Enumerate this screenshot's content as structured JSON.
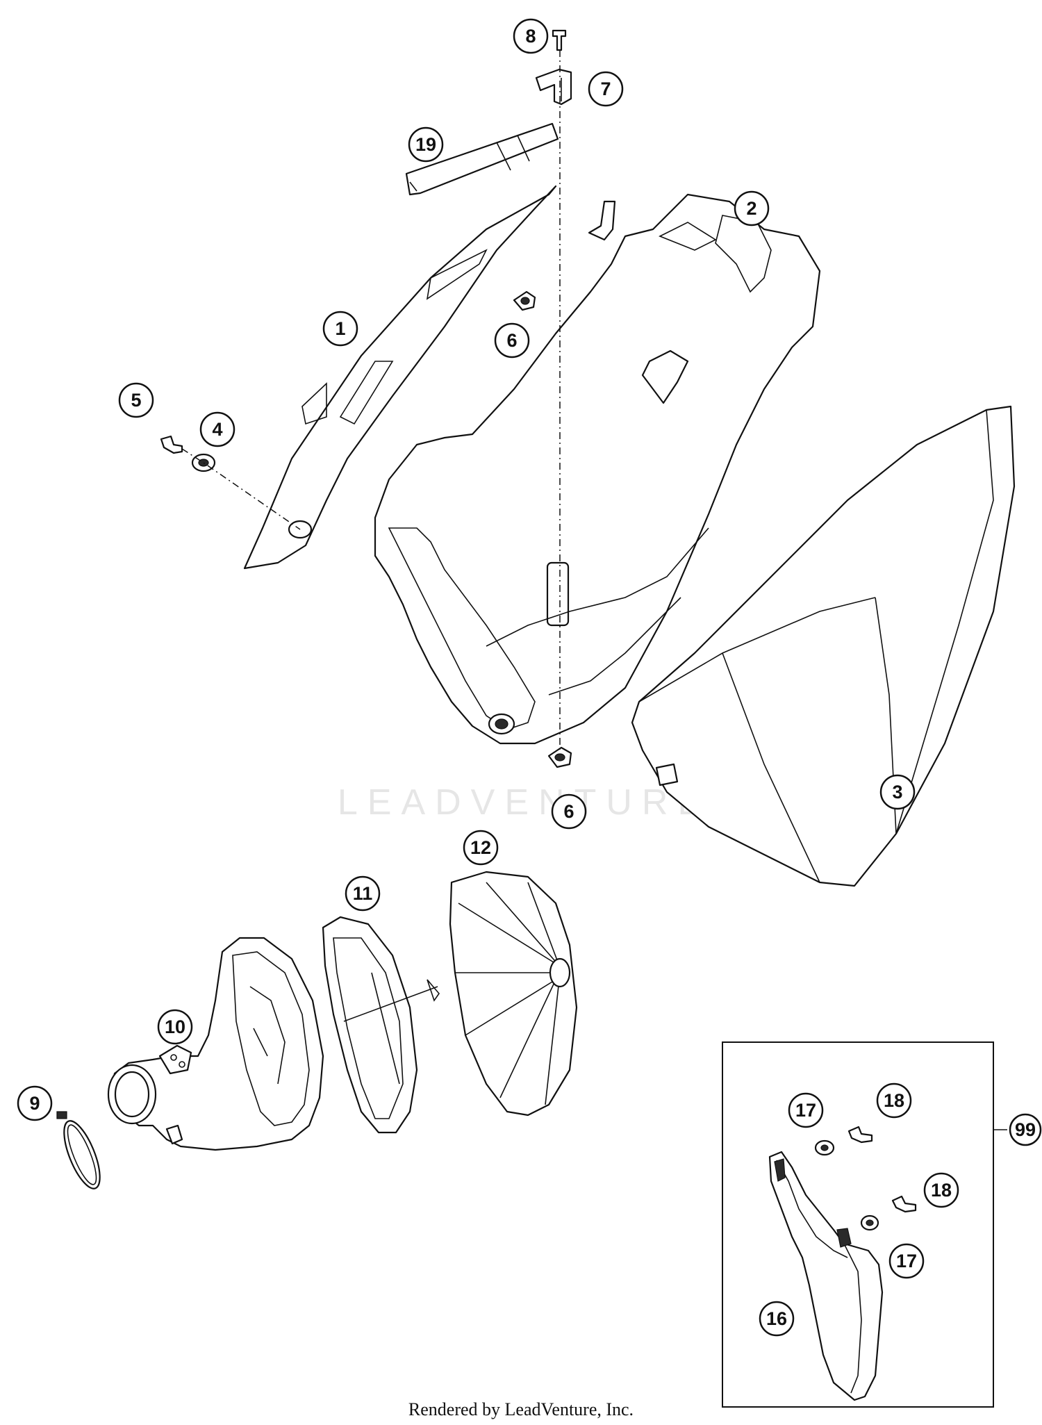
{
  "watermark": "LEADVENTURE",
  "footer": "Rendered by LeadVenture, Inc.",
  "callouts": [
    "1",
    "2",
    "3",
    "4",
    "5",
    "6",
    "6",
    "7",
    "8",
    "9",
    "10",
    "11",
    "12",
    "16",
    "17",
    "17",
    "18",
    "18",
    "19",
    "99"
  ]
}
